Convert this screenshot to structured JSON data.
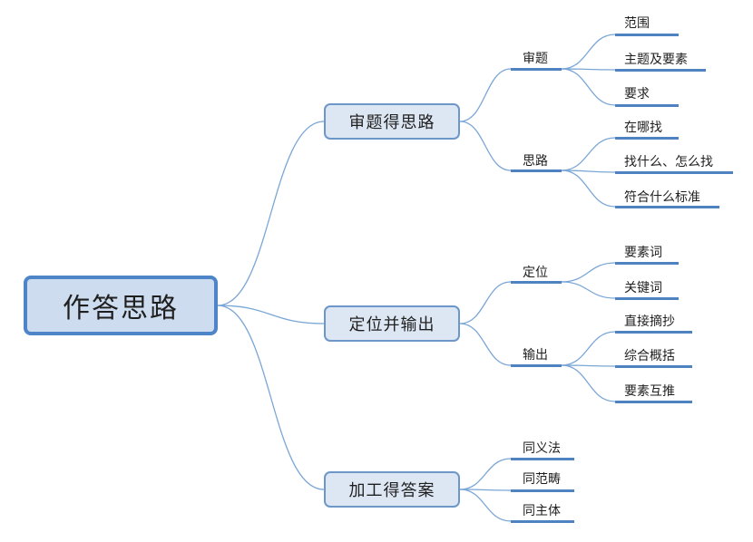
{
  "root": {
    "label": "作答思路"
  },
  "branches": [
    {
      "label": "审题得思路",
      "children": [
        {
          "label": "审题",
          "children": [
            "范围",
            "主题及要素",
            "要求"
          ]
        },
        {
          "label": "思路",
          "children": [
            "在哪找",
            "找什么、怎么找",
            "符合什么标准"
          ]
        }
      ]
    },
    {
      "label": "定位并输出",
      "children": [
        {
          "label": "定位",
          "children": [
            "要素词",
            "关键词"
          ]
        },
        {
          "label": "输出",
          "children": [
            "直接摘抄",
            "综合概括",
            "要素互推"
          ]
        }
      ]
    },
    {
      "label": "加工得答案",
      "children": [
        {
          "label": "同义法"
        },
        {
          "label": "同范畴"
        },
        {
          "label": "同主体"
        }
      ]
    }
  ],
  "colors": {
    "line": "#7aa6d6",
    "underline": "#4f82c0",
    "root_border": "#4d85c8",
    "root_fill": "#cddcee",
    "branch_fill": "#dde7f3"
  }
}
